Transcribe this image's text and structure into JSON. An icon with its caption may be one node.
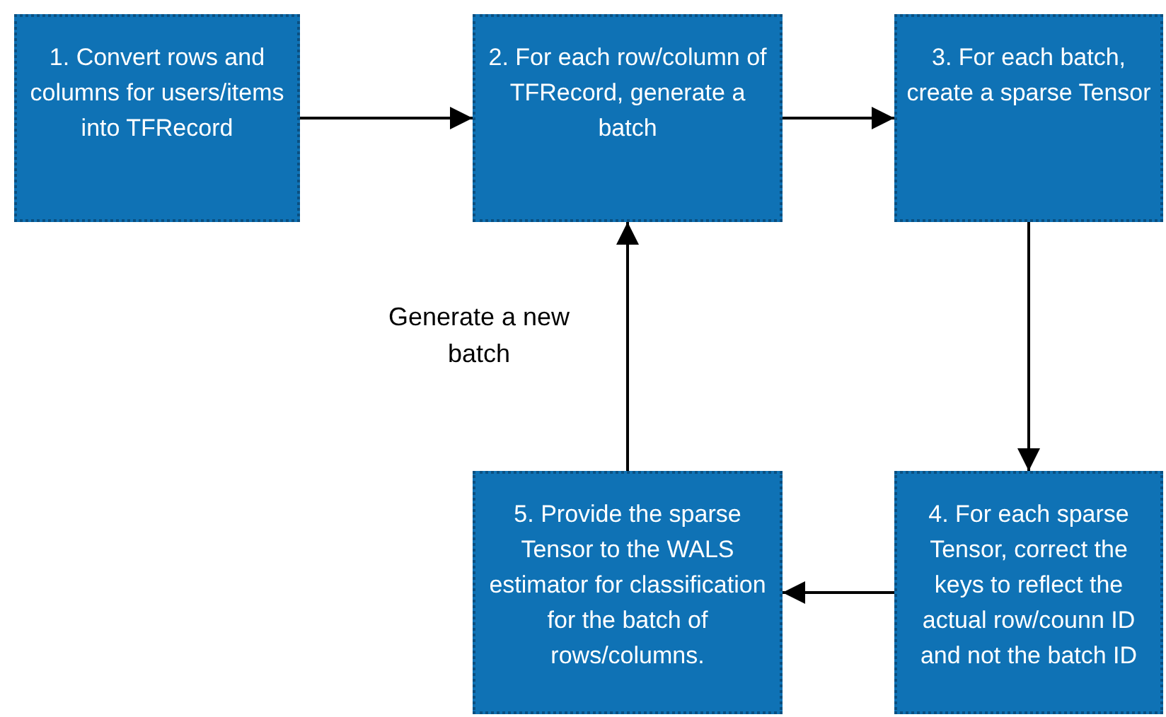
{
  "diagram": {
    "nodes": [
      {
        "text": [
          "1. Convert rows and columns for users/items into TFRecord"
        ]
      },
      {
        "text": [
          "2. For each row/column of TFRecord, generate a batch"
        ]
      },
      {
        "text": [
          "3. For each batch, create a sparse Tensor"
        ]
      },
      {
        "text": [
          "4. For each sparse Tensor, correct the keys to reflect the actual row/counn ID and not the batch ID"
        ]
      },
      {
        "text": [
          "5. Provide the sparse Tensor to the WALS estimator for classification for the batch of rows/columns."
        ]
      }
    ],
    "edges": [
      {
        "from": 0,
        "to": 1,
        "arrow": "to"
      },
      {
        "from": 1,
        "to": 2,
        "arrow": "to"
      },
      {
        "from": 2,
        "to": 3,
        "arrow": "to"
      },
      {
        "from": 3,
        "to": 4,
        "arrow": "to"
      },
      {
        "from": 4,
        "to": 1,
        "arrow": "to",
        "label": "Generate a new batch"
      }
    ]
  }
}
